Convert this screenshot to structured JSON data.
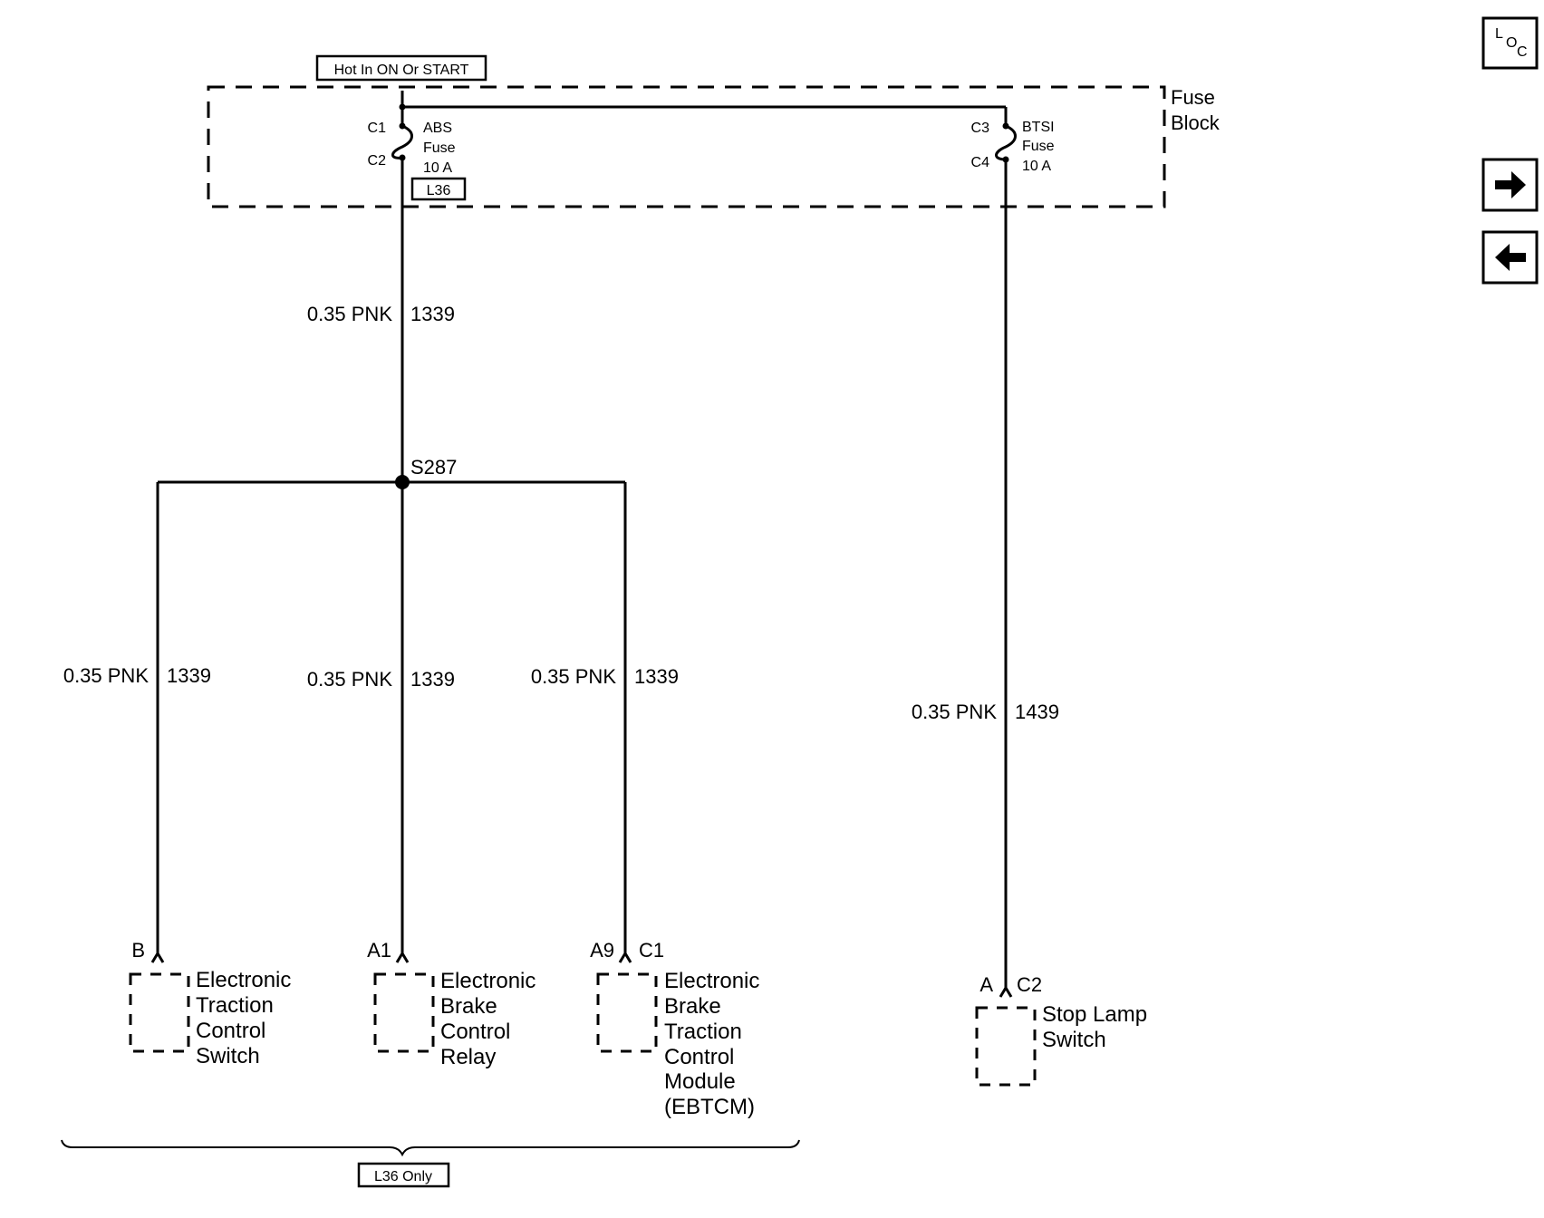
{
  "header": {
    "power_label": "Hot In ON Or START"
  },
  "fuse_block": {
    "label_line1": "Fuse",
    "label_line2": "Block",
    "abs_fuse": {
      "top_pin": "C1",
      "bottom_pin": "C2",
      "name": "ABS",
      "type": "Fuse",
      "rating": "10 A",
      "option": "L36"
    },
    "btsi_fuse": {
      "top_pin": "C3",
      "bottom_pin": "C4",
      "name": "BTSI",
      "type": "Fuse",
      "rating": "10 A"
    }
  },
  "wires": {
    "main": {
      "gauge_color": "0.35 PNK",
      "circuit": "1339"
    },
    "branch_left": {
      "gauge_color": "0.35 PNK",
      "circuit": "1339"
    },
    "branch_mid": {
      "gauge_color": "0.35 PNK",
      "circuit": "1339"
    },
    "branch_right": {
      "gauge_color": "0.35 PNK",
      "circuit": "1339"
    },
    "btsi": {
      "gauge_color": "0.35 PNK",
      "circuit": "1439"
    }
  },
  "splice": {
    "label": "S287"
  },
  "components": {
    "etcs": {
      "pin": "B",
      "lines": [
        "Electronic",
        "Traction",
        "Control",
        "Switch"
      ]
    },
    "ebcr": {
      "pin": "A1",
      "lines": [
        "Electronic",
        "Brake",
        "Control",
        "Relay"
      ]
    },
    "ebtcm": {
      "pin": "A9",
      "connector": "C1",
      "lines": [
        "Electronic",
        "Brake",
        "Traction",
        "Control",
        "Module",
        "(EBTCM)"
      ]
    },
    "stop_lamp": {
      "pin": "A",
      "connector": "C2",
      "lines": [
        "Stop Lamp",
        "Switch"
      ]
    }
  },
  "footer": {
    "option_label": "L36 Only"
  },
  "nav": {
    "loc_letters": [
      "L",
      "O",
      "C"
    ],
    "next_icon": "arrow-right-icon",
    "prev_icon": "arrow-left-icon"
  }
}
